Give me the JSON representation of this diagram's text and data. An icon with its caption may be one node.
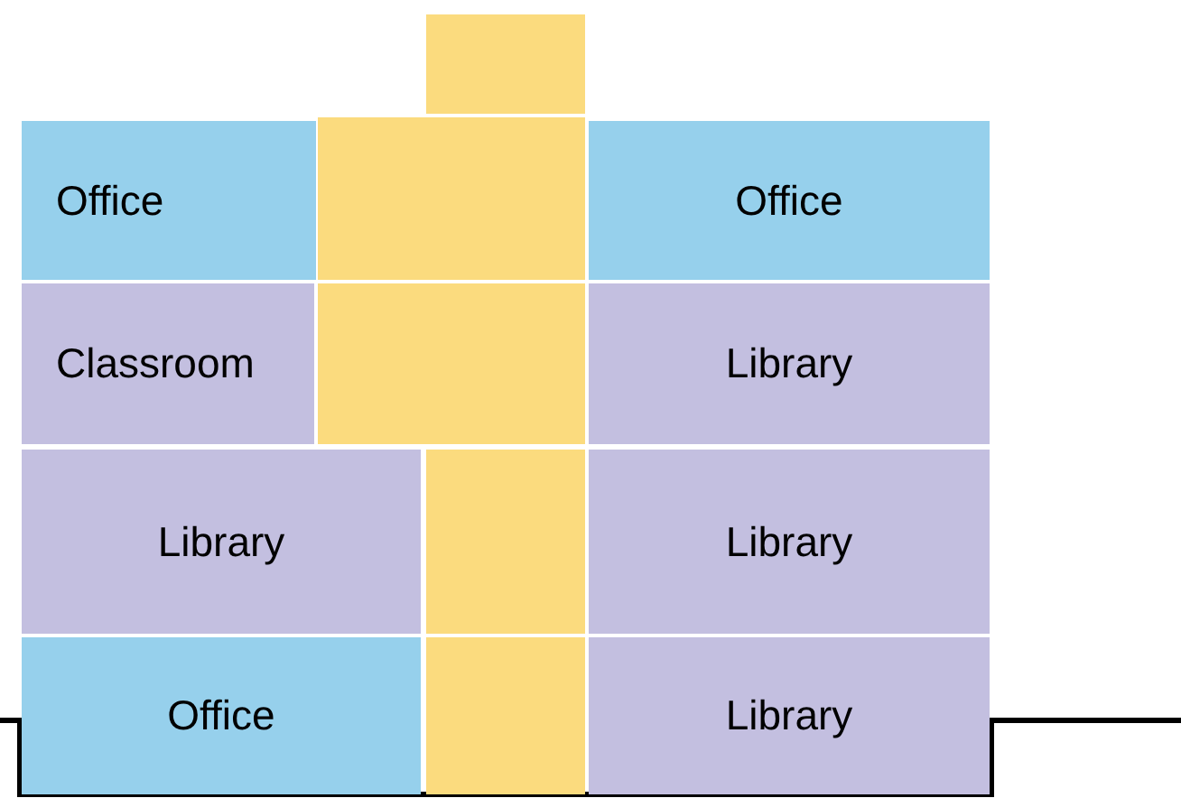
{
  "diagram": {
    "nodes": [
      {
        "text": [],
        "shape": "box"
      },
      {
        "text": [
          "Office"
        ]
      },
      {
        "text": [],
        "shape": "box"
      },
      {
        "text": [
          "Office"
        ]
      },
      {
        "text": [
          "Classroom"
        ]
      },
      {
        "text": [],
        "shape": "box"
      },
      {
        "text": [
          "Library"
        ]
      },
      {
        "text": [
          "Library"
        ]
      },
      {
        "text": [],
        "shape": "box"
      },
      {
        "text": [
          "Library"
        ]
      },
      {
        "text": [
          "Office"
        ]
      },
      {
        "text": [],
        "shape": "box"
      },
      {
        "text": [
          "Library"
        ]
      }
    ]
  }
}
